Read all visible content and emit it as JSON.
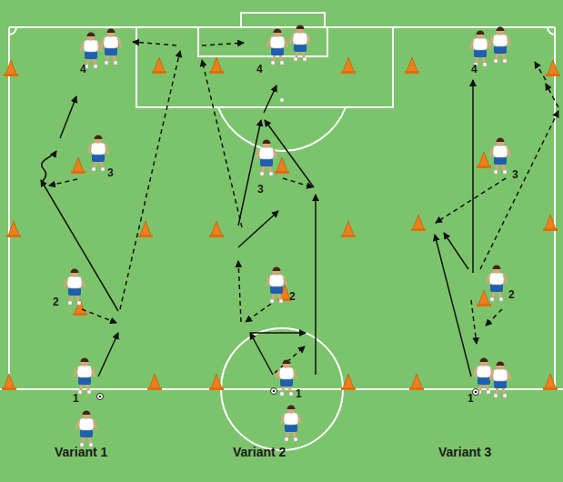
{
  "diagram": {
    "labels": [
      "4",
      "4",
      "4",
      "3",
      "3",
      "3",
      "2",
      "2",
      "2",
      "1",
      "1",
      "1",
      "Variant 1",
      "Variant 2",
      "Variant 3"
    ]
  }
}
